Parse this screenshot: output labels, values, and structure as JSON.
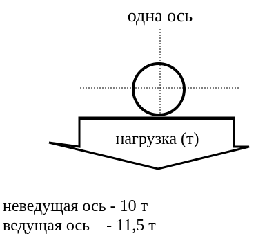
{
  "title": "одна ось",
  "load_label": "нагрузка (т)",
  "notes": [
    "неведущая ось - 10 т",
    "ведущая ось    - 11,5 т"
  ],
  "colors": {
    "line": "#000000",
    "background": "#ffffff"
  }
}
